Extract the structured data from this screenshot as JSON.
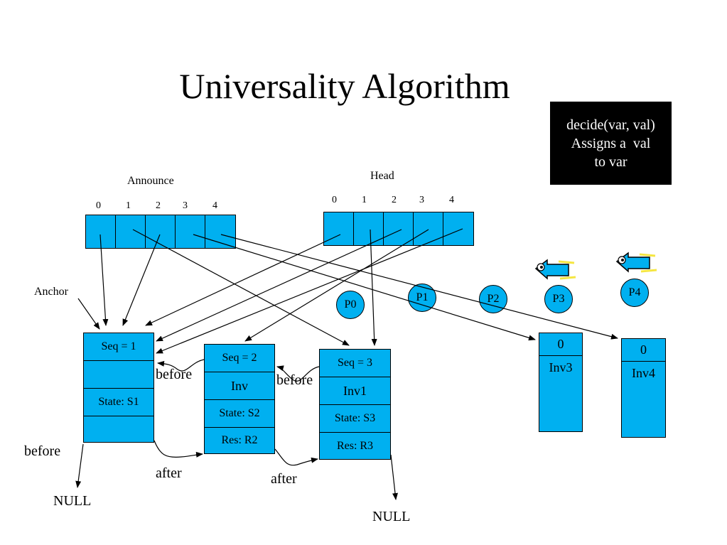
{
  "title": "Universality Algorithm",
  "decide_box": {
    "lines": [
      "decide(var, val)",
      "Assigns a  val",
      "to var"
    ]
  },
  "announce": {
    "label": "Announce",
    "indices": [
      "0",
      "1",
      "2",
      "3",
      "4"
    ]
  },
  "head": {
    "label": "Head",
    "indices": [
      "0",
      "1",
      "2",
      "3",
      "4"
    ]
  },
  "anchor_label": "Anchor",
  "processes": [
    "P0",
    "P1",
    "P2",
    "P3",
    "P4"
  ],
  "nodes": {
    "n1": {
      "seq": "Seq = 1",
      "inv": "",
      "state": "State: S1",
      "res": ""
    },
    "n2": {
      "seq": "Seq = 2",
      "inv": "Inv",
      "state": "State: S2",
      "res": "Res: R2"
    },
    "n3": {
      "seq": "Seq = 3",
      "inv": "Inv1",
      "state": "State: S3",
      "res": "Res: R3"
    },
    "inv3": {
      "seq": "0",
      "inv": "Inv3"
    },
    "inv4": {
      "seq": "0",
      "inv": "Inv4"
    }
  },
  "edge_labels": {
    "before_n2": "before",
    "before_n3": "before",
    "before_n1": "before",
    "after_n1": "after",
    "after_n2": "after",
    "null_left": "NULL",
    "null_right": "NULL"
  },
  "colors": {
    "node_fill": "#00b0f0",
    "decide_bg": "#000000",
    "decide_text": "#ffffff"
  },
  "icons": [
    "pointing-hand-icon"
  ]
}
